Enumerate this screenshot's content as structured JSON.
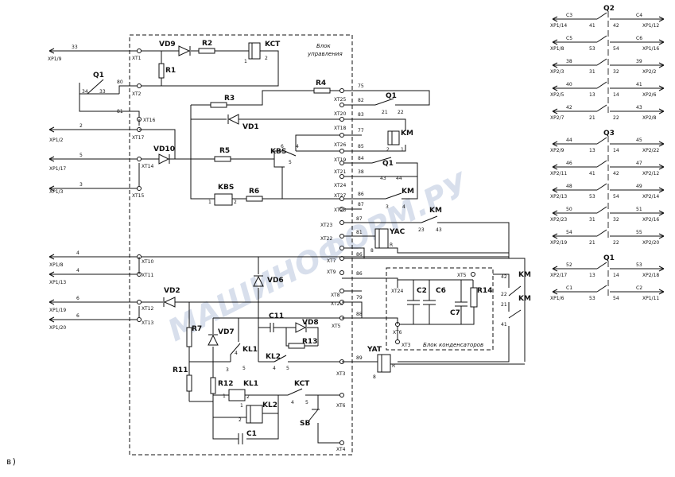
{
  "figure_label": "в)",
  "watermark": "МАШИНОФОРМ.РУ",
  "block_title": [
    "Блок",
    "управления"
  ],
  "capacitor_block_title": "Блок конденсаторов",
  "left_terminals": [
    {
      "id": "xp19",
      "xp": "XP1/9",
      "wire": "33",
      "xt": "XT1"
    },
    {
      "id": "xp12",
      "xp": "XP1/2",
      "wire": "2",
      "xt": "XT17"
    },
    {
      "id": "xp117",
      "xp": "XP1/17",
      "wire": "5",
      "xt": "XT14"
    },
    {
      "id": "xp13",
      "xp": "XP1/3",
      "wire": "3",
      "xt": "XT15"
    },
    {
      "id": "xp18",
      "xp": "XP1/8",
      "wire": "4",
      "xt": "XT10"
    },
    {
      "id": "xp113",
      "xp": "XP1/13",
      "wire": "4",
      "xt": "XT11"
    },
    {
      "id": "xp119",
      "xp": "XP1/19",
      "wire": "6",
      "xt": "XT12"
    },
    {
      "id": "xp120",
      "xp": "XP1/20",
      "wire": "6",
      "xt": "XT13"
    }
  ],
  "internal_terminals": [
    "XT2",
    "XT16"
  ],
  "right_terminals": [
    {
      "xt": "XT25",
      "wire": "75"
    },
    {
      "xt": "XT20",
      "wire": "82"
    },
    {
      "xt": "XT18",
      "wire": "83"
    },
    {
      "xt": "XT26",
      "wire": "77"
    },
    {
      "xt": "XT19",
      "wire": "85"
    },
    {
      "xt": "XT21",
      "wire": "84"
    },
    {
      "xt": "XT24",
      "wire": "38"
    },
    {
      "xt": "XT27",
      "wire": "86"
    },
    {
      "xt": "XT23",
      "wire": "87"
    },
    {
      "xt": "XT22",
      "wire": "81"
    },
    {
      "xt": "XT7",
      "wire": "86"
    },
    {
      "xt": "XT9",
      "wire": "86"
    },
    {
      "xt": "XT8",
      "wire": "86"
    },
    {
      "xt": "XT28",
      "wire": "79"
    },
    {
      "xt": "XT5",
      "wire": "88"
    },
    {
      "xt": "XT3",
      "wire": "89"
    },
    {
      "xt": "XT6",
      "wire": ""
    },
    {
      "xt": "XT4",
      "wire": ""
    }
  ],
  "components": {
    "VD9": "VD9",
    "R2": "R2",
    "KCT": "KCT",
    "R1": "R1",
    "Q1a": "Q1",
    "R4": "R4",
    "R3": "R3",
    "VD1": "VD1",
    "Q1b": "Q1",
    "KM": "KM",
    "R5": "R5",
    "KBS": "KBS",
    "VD10": "VD10",
    "KBS2": "KBS",
    "R6": "R6",
    "Q1c": "Q1",
    "KM2": "KM",
    "KM3": "KM",
    "YAC": "YAC",
    "VD6": "VD6",
    "VD2": "VD2",
    "R7": "R7",
    "VD7": "VD7",
    "C11": "C11",
    "VD8": "VD8",
    "KL1": "KL1",
    "R13": "R13",
    "KL2": "KL2",
    "R11": "R11",
    "R12": "R12",
    "KL1b": "KL1",
    "KCT2": "KCT",
    "KL2b": "KL2",
    "SB": "SB",
    "C1": "C1",
    "YAT": "YAT",
    "C2": "C2",
    "C6": "C6",
    "C7": "C7",
    "R14": "R14",
    "KM4": "KM",
    "KM5": "KM"
  },
  "pins": {
    "q1a": [
      "34",
      "33"
    ],
    "q1b": [
      "21",
      "22"
    ],
    "km_coil": [
      "2",
      "1"
    ],
    "kbs": [
      "6",
      "5",
      "4"
    ],
    "q1c": [
      "43",
      "44"
    ],
    "km2": [
      "3",
      "4"
    ],
    "kbs_coil": [
      "1",
      "2"
    ],
    "km3": [
      "23",
      "43"
    ],
    "yac": [
      "8",
      "R"
    ],
    "km4": [
      "42",
      "22"
    ],
    "km5": [
      "21",
      "41"
    ],
    "yat": [
      "8",
      "R"
    ],
    "kl1": [
      "4",
      "3",
      "5"
    ],
    "kl2": [
      "4",
      "5"
    ],
    "kct2": [
      "4",
      "5"
    ],
    "kl1b": [
      "1",
      "2"
    ],
    "kl2b": [
      "1",
      "2"
    ],
    "kct": [
      "1",
      "2"
    ],
    "xt1_2": [
      "80",
      "81"
    ]
  },
  "right_panel": {
    "groups": [
      {
        "id": "Q2",
        "label": "Q2",
        "rows": [
          {
            "left": "XP1/14",
            "lw": "C3",
            "c1": "41",
            "c2": "42",
            "rw": "C4",
            "right": "XP1/12"
          },
          {
            "left": "XP1/8",
            "lw": "C5",
            "c1": "53",
            "c2": "54",
            "rw": "C6",
            "right": "XP1/16"
          },
          {
            "left": "XP2/3",
            "lw": "38",
            "c1": "31",
            "c2": "32",
            "rw": "39",
            "right": "XP2/2"
          },
          {
            "left": "XP2/5",
            "lw": "40",
            "c1": "13",
            "c2": "14",
            "rw": "41",
            "right": "XP2/6"
          },
          {
            "left": "XP2/7",
            "lw": "42",
            "c1": "21",
            "c2": "22",
            "rw": "43",
            "right": "XP2/8"
          }
        ]
      },
      {
        "id": "Q3",
        "label": "Q3",
        "rows": [
          {
            "left": "XP2/9",
            "lw": "44",
            "c1": "13",
            "c2": "14",
            "rw": "45",
            "right": "XP2/22"
          },
          {
            "left": "XP2/11",
            "lw": "46",
            "c1": "41",
            "c2": "42",
            "rw": "47",
            "right": "XP2/12"
          },
          {
            "left": "XP2/13",
            "lw": "48",
            "c1": "53",
            "c2": "54",
            "rw": "49",
            "right": "XP2/14"
          },
          {
            "left": "XP2/23",
            "lw": "50",
            "c1": "31",
            "c2": "32",
            "rw": "51",
            "right": "XP2/16"
          },
          {
            "left": "XP2/19",
            "lw": "54",
            "c1": "21",
            "c2": "22",
            "rw": "55",
            "right": "XP2/20"
          }
        ]
      },
      {
        "id": "Q1",
        "label": "Q1",
        "rows": [
          {
            "left": "XP2/17",
            "lw": "52",
            "c1": "13",
            "c2": "14",
            "rw": "53",
            "right": "XP2/18"
          },
          {
            "left": "XP1/6",
            "lw": "C1",
            "c1": "53",
            "c2": "54",
            "rw": "C2",
            "right": "XP1/11"
          }
        ]
      }
    ]
  }
}
